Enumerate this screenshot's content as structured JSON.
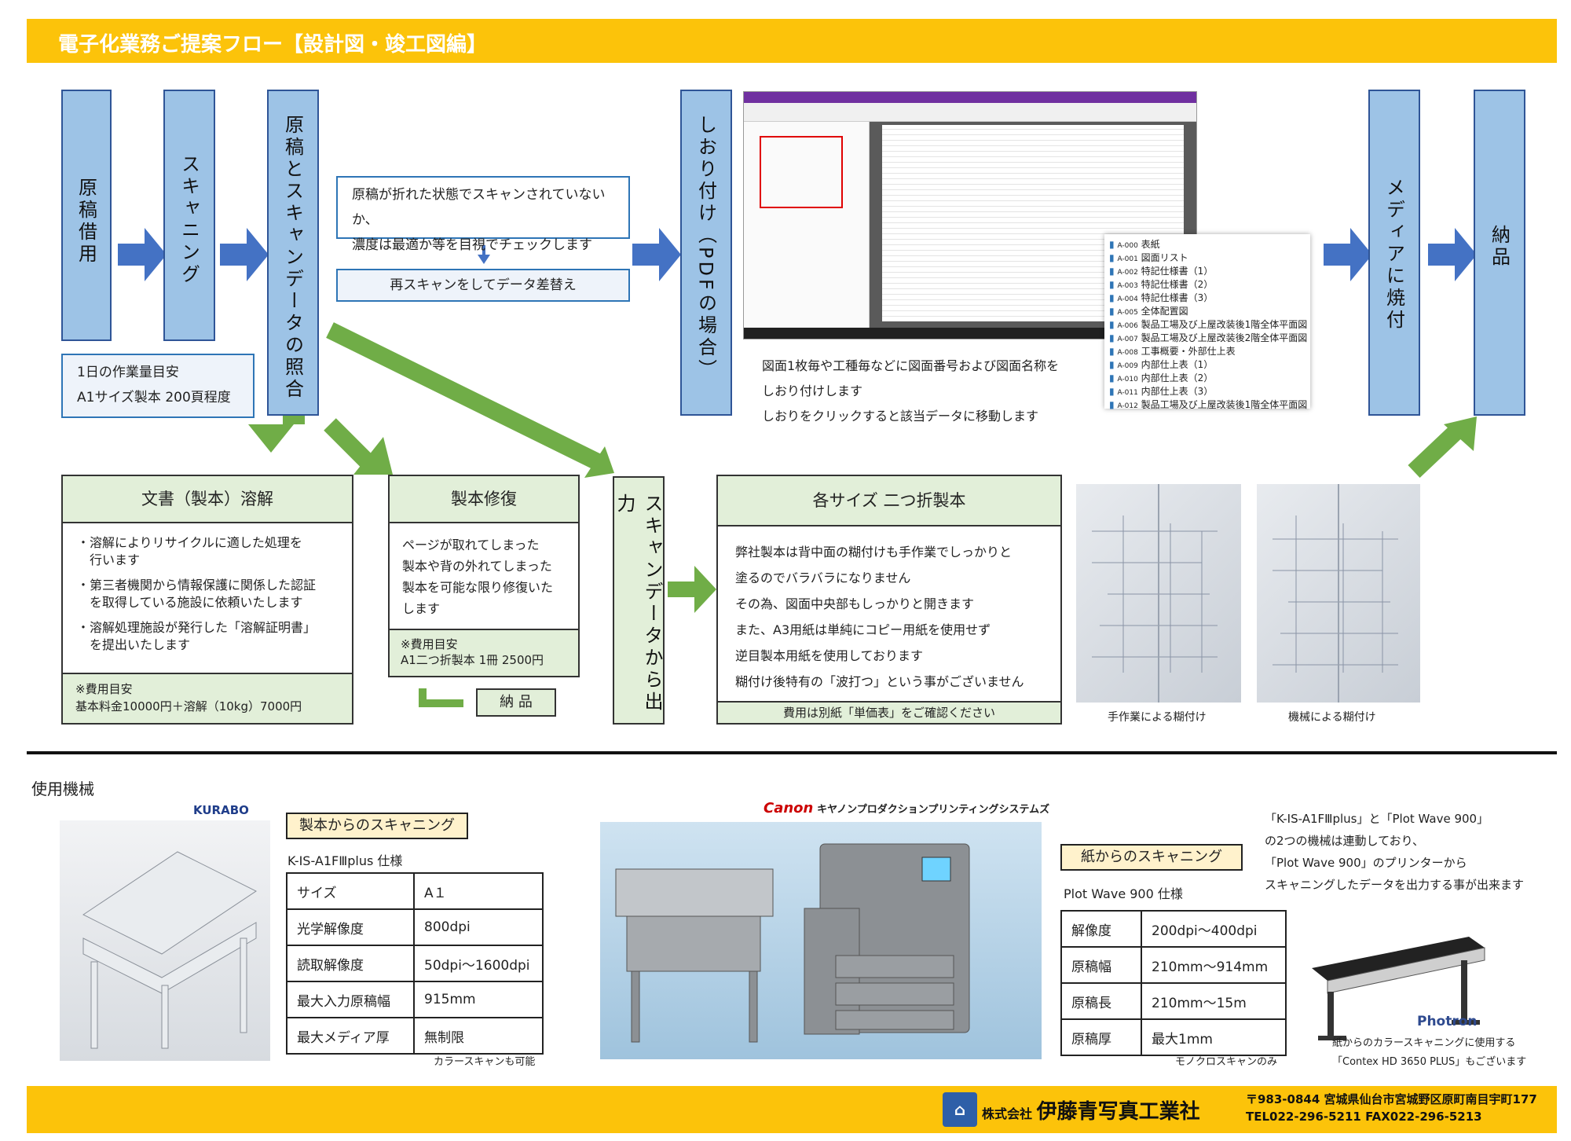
{
  "header": {
    "title": "電子化業務ご提案フロー【設計図・竣工図編】"
  },
  "flow": {
    "step1": "原稿借用",
    "step2": "スキャニング",
    "step3": "原稿とスキャンデータの照合",
    "check_note": [
      "原稿が折れた状態でスキャンされていないか、",
      "濃度は最適か等を目視でチェックします"
    ],
    "rescan": "再スキャンをしてデータ差替え",
    "daily": [
      "1日の作業量目安",
      "A1サイズ製本 200頁程度"
    ],
    "bookmark": "しおり付け（PDFの場合）",
    "bookmark_note": [
      "図面1枚毎や工種毎などに図面番号および図面名称を",
      "しおり付けします",
      "しおりをクリックすると該当データに移動します"
    ],
    "bookmarks": [
      {
        "code": "A-000",
        "name": "表紙"
      },
      {
        "code": "A-001",
        "name": "図面リスト"
      },
      {
        "code": "A-002",
        "name": "特記仕様書（1）"
      },
      {
        "code": "A-003",
        "name": "特記仕様書（2）"
      },
      {
        "code": "A-004",
        "name": "特記仕様書（3）"
      },
      {
        "code": "A-005",
        "name": "全体配置図"
      },
      {
        "code": "A-006",
        "name": "製品工場及び上屋改装後1階全体平面図"
      },
      {
        "code": "A-007",
        "name": "製品工場及び上屋改装後2階全体平面図"
      },
      {
        "code": "A-008",
        "name": "工事概要・外部仕上表"
      },
      {
        "code": "A-009",
        "name": "内部仕上表（1）"
      },
      {
        "code": "A-010",
        "name": "内部仕上表（2）"
      },
      {
        "code": "A-011",
        "name": "内部仕上表（3）"
      },
      {
        "code": "A-012",
        "name": "製品工場及び上屋改装後1階全体平面図"
      }
    ],
    "media": "メディアに焼付",
    "delivery": "納品"
  },
  "dissolve": {
    "title": "文書（製本）溶解",
    "items": [
      "・溶解によりリサイクルに適した処理を",
      "　行います",
      "・第三者機関から情報保護に関係した認証",
      "　を取得している施設に依頼いたします",
      "・溶解処理施設が発行した「溶解証明書」",
      "　を提出いたします"
    ],
    "foot": [
      "※費用目安",
      "基本料金10000円＋溶解（10kg）7000円"
    ]
  },
  "repair": {
    "title": "製本修復",
    "body": [
      "ページが取れてしまった",
      "製本や背の外れてしまった",
      "製本を可能な限り修復いた",
      "します"
    ],
    "foot": [
      "※費用目安",
      "A1二つ折製本 1冊 2500円"
    ],
    "delivery": "納 品"
  },
  "output": "スキャンデータから出力",
  "binding": {
    "title": "各サイズ 二つ折製本",
    "body": [
      "弊社製本は背中面の糊付けも手作業でしっかりと",
      "塗るのでバラバラになりません",
      "その為、図面中央部もしっかりと開きます",
      "また、A3用紙は単純にコピー用紙を使用せず",
      "逆目製本用紙を使用しております",
      "糊付け後特有の「波打つ」という事がございません"
    ],
    "foot": "費用は別紙「単価表」をご確認ください",
    "caption_hand": "手作業による糊付け",
    "caption_machine": "機械による糊付け"
  },
  "machines": {
    "section": "使用機械",
    "kurabo_logo": "KURABO",
    "kurabo_label": "製本からのスキャニング",
    "kurabo_model": "K-IS-A1FⅢplus 仕様",
    "kurabo_spec": [
      {
        "k": "サイズ",
        "v": "A１"
      },
      {
        "k": "光学解像度",
        "v": "800dpi"
      },
      {
        "k": "読取解像度",
        "v": "50dpi～1600dpi"
      },
      {
        "k": "最大入力原稿幅",
        "v": "915mm"
      },
      {
        "k": "最大メディア厚",
        "v": "無制限"
      }
    ],
    "kurabo_note": "カラースキャンも可能",
    "canon_logo": "Canon",
    "canon_name": "キヤノンプロダクションプリンティングシステムズ",
    "plot_label": "紙からのスキャニング",
    "plot_model": "Plot Wave 900 仕様",
    "plot_spec": [
      {
        "k": "解像度",
        "v": "200dpi～400dpi"
      },
      {
        "k": "原稿幅",
        "v": "210mm～914mm"
      },
      {
        "k": "原稿長",
        "v": "210mm～15m"
      },
      {
        "k": "原稿厚",
        "v": "最大1mm"
      }
    ],
    "plot_note": "モノクロスキャンのみ",
    "link_note": [
      "「K-IS-A1FⅢplus」と「Plot Wave 900」",
      "の2つの機械は連動しており、",
      "「Plot Wave 900」のプリンターから",
      "スキャニングしたデータを出力する事が出来ます"
    ],
    "photron_logo": "Photron",
    "photron_note": [
      "紙からのカラースキャニングに使用する",
      "「Contex HD 3650 PLUS」もございます"
    ]
  },
  "footer": {
    "company_prefix": "株式会社",
    "company": "伊藤青写真工業社",
    "address": "〒983-0844 宮城県仙台市宮城野区原町南目宇町177",
    "tel": "TEL022-296-5211 FAX022-296-5213"
  }
}
